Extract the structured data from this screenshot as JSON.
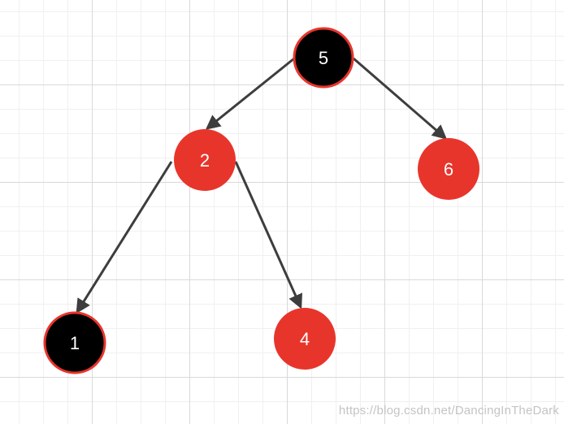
{
  "diagram": {
    "nodes": [
      {
        "id": "5",
        "label": "5",
        "fill": "#000000",
        "stroke": "#e8352b"
      },
      {
        "id": "2",
        "label": "2",
        "fill": "#e8352b",
        "stroke": "#e8352b"
      },
      {
        "id": "6",
        "label": "6",
        "fill": "#e8352b",
        "stroke": "#e8352b"
      },
      {
        "id": "1",
        "label": "1",
        "fill": "#000000",
        "stroke": "#e8352b"
      },
      {
        "id": "4",
        "label": "4",
        "fill": "#e8352b",
        "stroke": "#e8352b"
      }
    ],
    "edges": [
      {
        "from": "5",
        "to": "2"
      },
      {
        "from": "5",
        "to": "6"
      },
      {
        "from": "2",
        "to": "1"
      },
      {
        "from": "2",
        "to": "4"
      }
    ],
    "edge_color": "#3d3d3d"
  },
  "watermark": "https://blog.csdn.net/DancingInTheDark"
}
